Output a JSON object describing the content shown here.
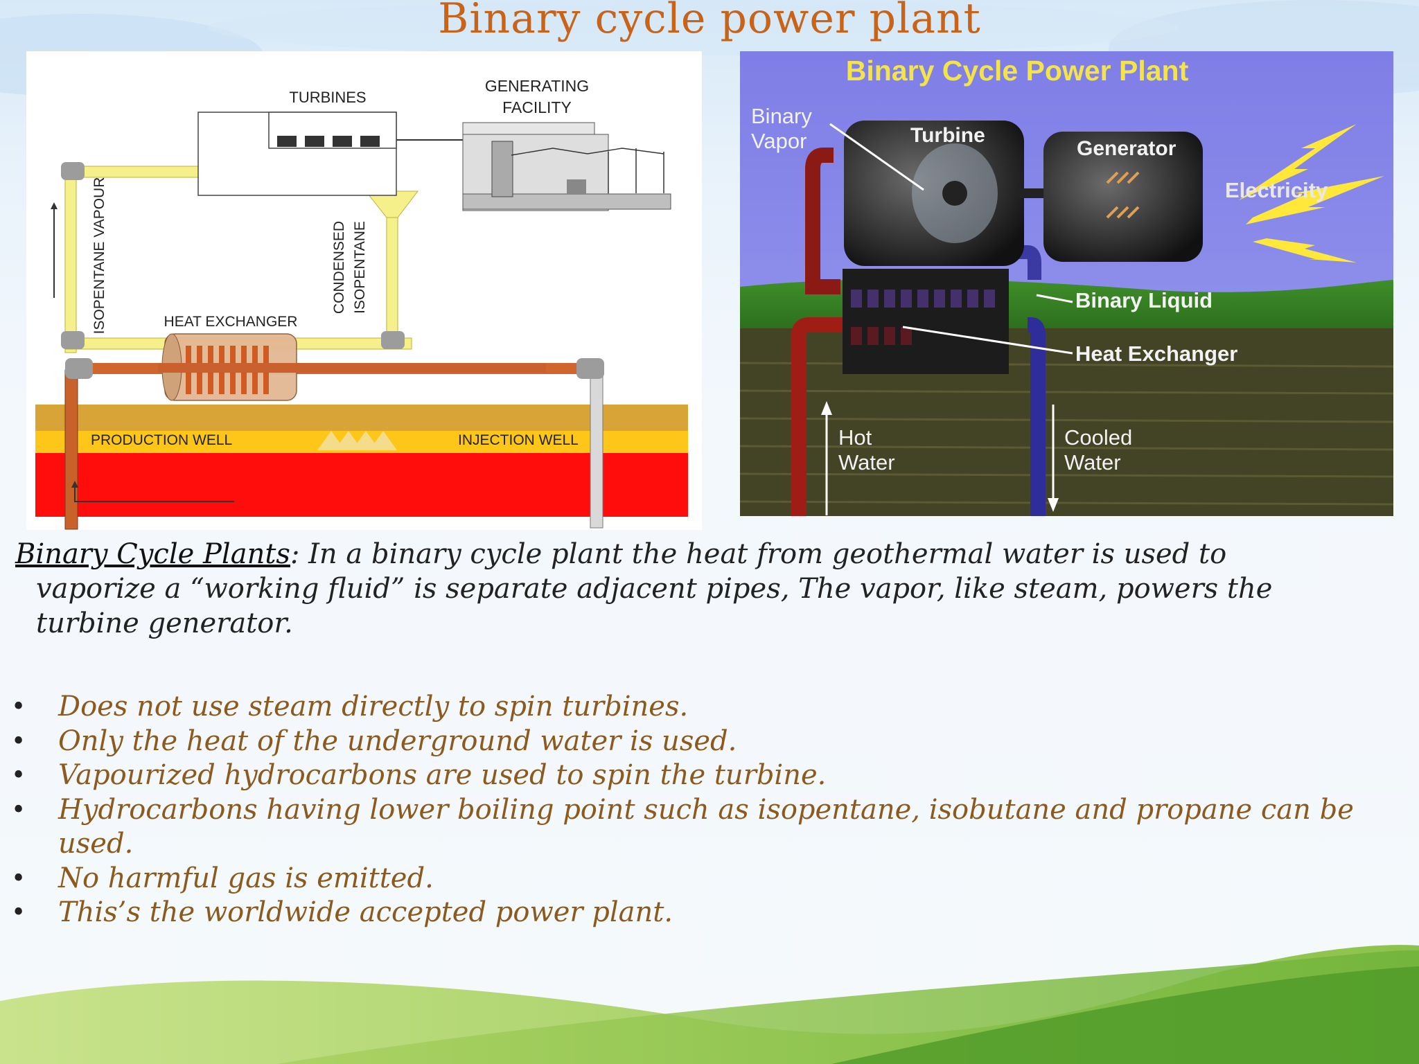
{
  "slide": {
    "title": "Binary cycle power plant"
  },
  "left_diagram": {
    "labels": {
      "turbines": "TURBINES",
      "generating_1": "GENERATING",
      "generating_2": "FACILITY",
      "isopentane_vapour": "ISOPENTANE VAPOUR",
      "condensed_1": "CONDENSED",
      "condensed_2": "ISOPENTANE",
      "heat_exchanger": "HEAT EXCHANGER",
      "production_well": "PRODUCTION WELL",
      "injection_well": "INJECTION WELL"
    }
  },
  "right_diagram": {
    "labels": {
      "title": "Binary Cycle Power Plant",
      "binary_vapor_1": "Binary",
      "binary_vapor_2": "Vapor",
      "turbine": "Turbine",
      "generator": "Generator",
      "electricity": "Electricity",
      "binary_liquid": "Binary Liquid",
      "heat_exchanger": "Heat Exchanger",
      "hot_water_1": "Hot",
      "hot_water_2": "Water",
      "cooled_water_1": "Cooled",
      "cooled_water_2": "Water"
    }
  },
  "description": {
    "lead": "Binary Cycle Plants",
    "line1": ": In a binary cycle plant the heat from geothermal water is used to",
    "line2": "vaporize a “working fluid” is separate adjacent pipes, The vapor, like steam, powers the",
    "line3": "turbine generator."
  },
  "bullets": [
    "Does not use steam directly to spin turbines.",
    "Only the heat of the underground water is used.",
    "Vapourized hydrocarbons are used to spin the turbine.",
    "Hydrocarbons having lower boiling point such as  isopentane, isobutane and propane can be used.",
    "No harmful gas is emitted.",
    "This’s the worldwide accepted power plant."
  ],
  "colors": {
    "title": "#c8631a",
    "bullet_text": "#8b5a1e",
    "grass_dark": "#5aa02c",
    "grass_light": "#9cc94a"
  }
}
